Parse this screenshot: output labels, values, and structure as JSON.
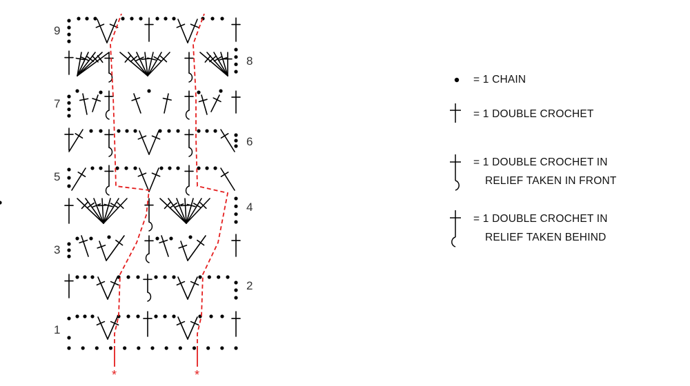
{
  "diagram": {
    "row_numbers": [
      "1",
      "2",
      "3",
      "4",
      "5",
      "6",
      "7",
      "8",
      "9"
    ],
    "repeat_marks": [
      "*",
      "*"
    ],
    "colors": {
      "ink": "#000000",
      "guide": "#e41e1e",
      "text": "#333333"
    }
  },
  "legend": {
    "chain": {
      "icon": "dot-icon",
      "label": "= 1 CHAIN"
    },
    "double_crochet": {
      "icon": "double-crochet-icon",
      "label": "= 1 DOUBLE CROCHET"
    },
    "relief_front": {
      "icon": "relief-front-icon",
      "line1": "= 1 DOUBLE CROCHET IN",
      "line2": "RELIEF  TAKEN IN FRONT"
    },
    "relief_behind": {
      "icon": "relief-behind-icon",
      "line1": "= 1 DOUBLE CROCHET IN",
      "line2": "RELIEF  TAKEN BEHIND"
    }
  }
}
